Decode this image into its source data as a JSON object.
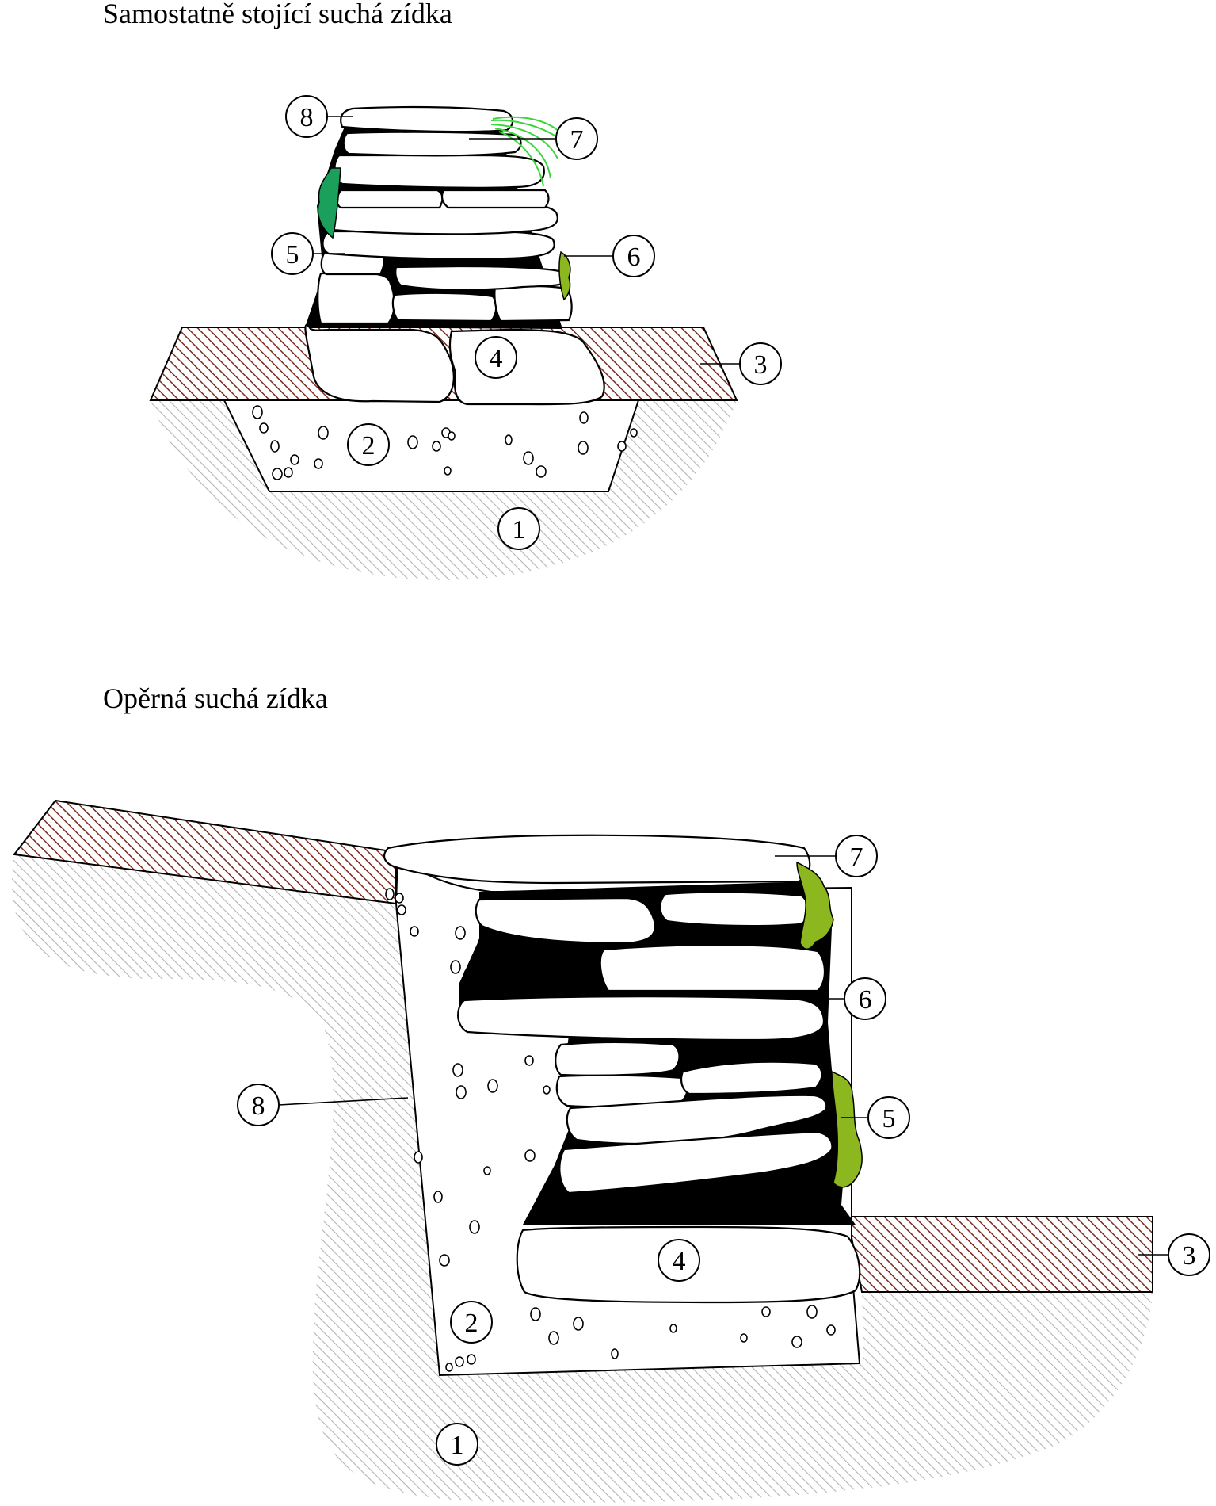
{
  "diagrams": [
    {
      "title": "Samostatně stojící suchá zídka",
      "labels": [
        "1",
        "2",
        "3",
        "4",
        "5",
        "6",
        "7",
        "8"
      ]
    },
    {
      "title": "Opěrná suchá zídka",
      "labels": [
        "1",
        "2",
        "3",
        "4",
        "5",
        "6",
        "7",
        "8"
      ]
    }
  ],
  "colors": {
    "soil_hatch": "#7a2a1e",
    "subsoil_hatch": "#b4b4b4",
    "plant_dark_green": "#1aa05a",
    "plant_olive_green": "#8cb71e",
    "grass_green": "#3bd63b"
  }
}
